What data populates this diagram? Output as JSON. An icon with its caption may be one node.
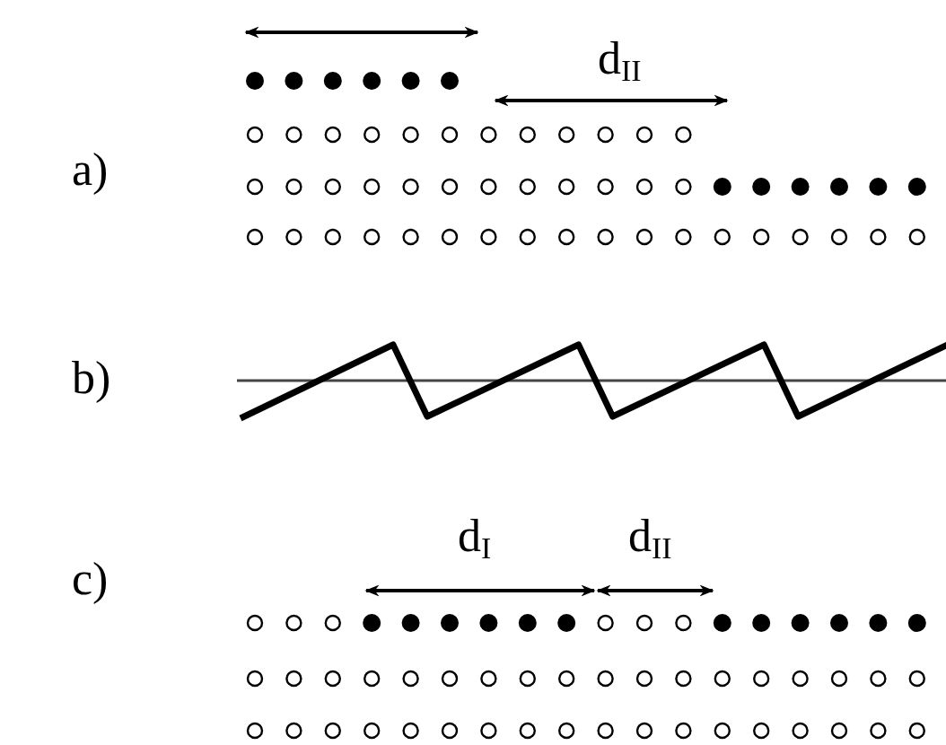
{
  "diagram": {
    "labels": [
      "a)",
      "d$_{II}$",
      "b)",
      "c)",
      "d$_{I}$",
      "d$_{II}$"
    ]
  }
}
